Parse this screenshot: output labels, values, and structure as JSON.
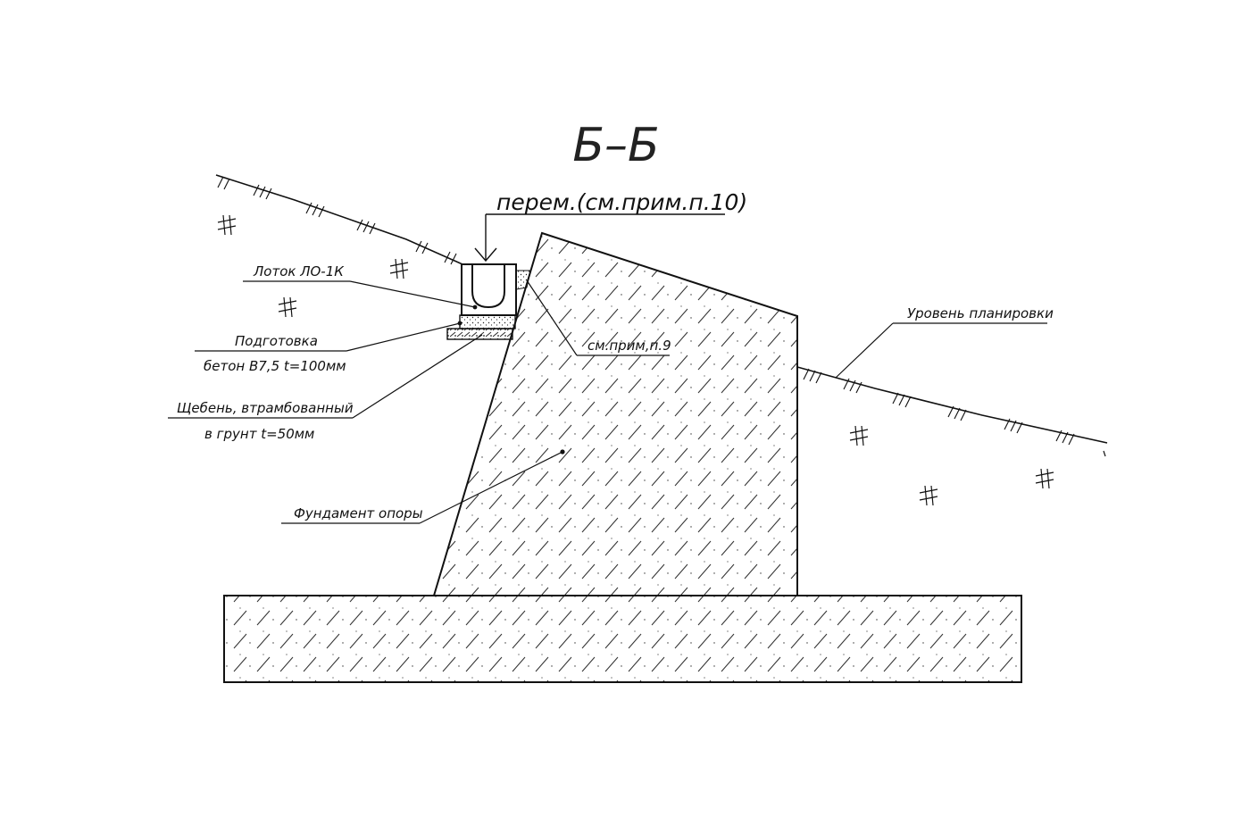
{
  "section": {
    "title": "Б–Б"
  },
  "labels": {
    "variable": "перем.(см.прим.п.10)",
    "tray": "Лоток ЛО-1К",
    "prep_line1": "Подготовка",
    "prep_line2": "бетон В7,5 t=100мм",
    "gravel_line1": "Щебень, втрамбованный",
    "gravel_line2": "в грунт t=50мм",
    "note9": "см.прим,п.9",
    "grade_level": "Уровень планировки",
    "foundation": "Фундамент опоры"
  },
  "colors": {
    "stroke": "#111111",
    "hatch": "#333333",
    "background": "#ffffff"
  }
}
